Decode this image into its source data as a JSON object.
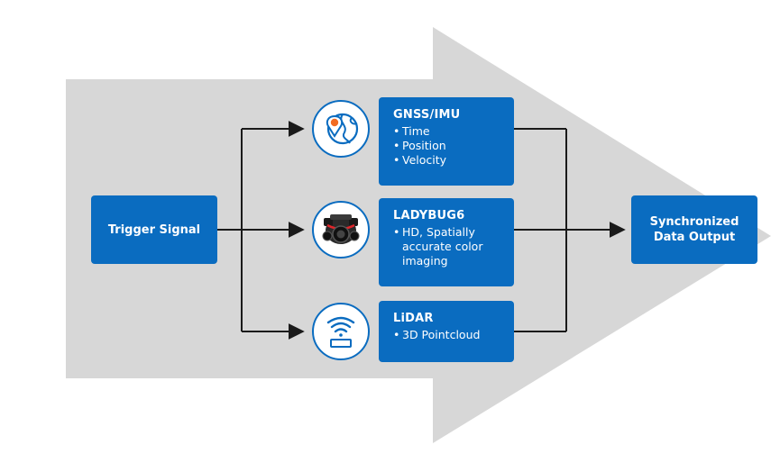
{
  "colors": {
    "arrow": "#d7d7d7",
    "box": "#0a6cc0",
    "connector": "#1a1a1a",
    "accent": "#f26b21"
  },
  "trigger": {
    "label": "Trigger Signal"
  },
  "sensors": [
    {
      "icon": "globe-location-pin-icon",
      "title": "GNSS/IMU",
      "items": [
        "Time",
        "Position",
        "Velocity"
      ]
    },
    {
      "icon": "ladybug-camera-icon",
      "title": "LADYBUG6",
      "items": [
        "HD, Spatially accurate color imaging"
      ]
    },
    {
      "icon": "lidar-signal-icon",
      "title": "LiDAR",
      "items": [
        "3D Pointcloud"
      ]
    }
  ],
  "output": {
    "line1": "Synchronized",
    "line2": "Data Output"
  }
}
